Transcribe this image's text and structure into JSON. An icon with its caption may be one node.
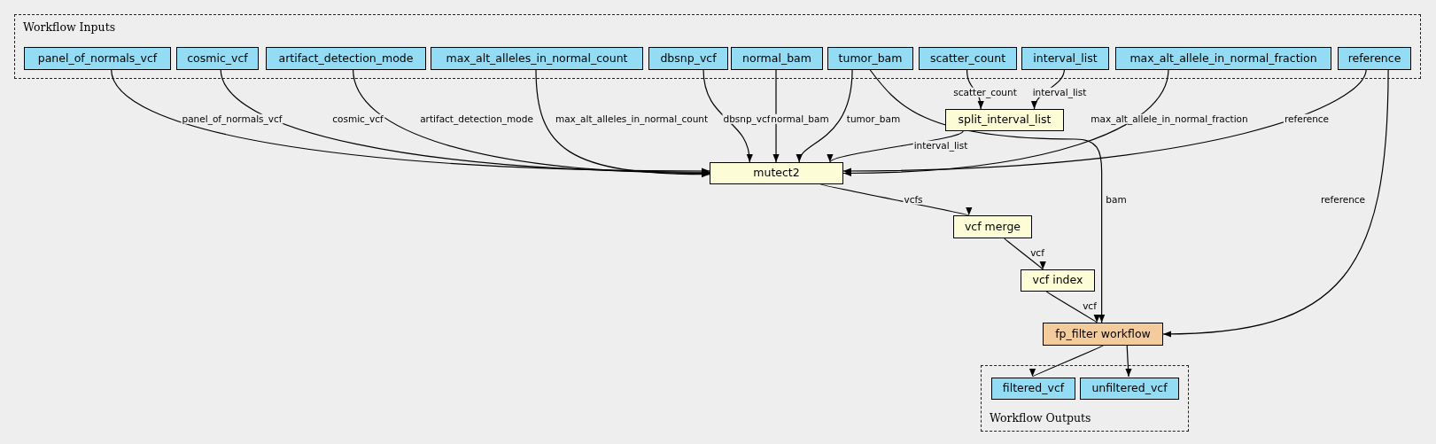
{
  "diagram": {
    "nodes": [
      {
        "text": [
          "Workflow Inputs"
        ]
      },
      {
        "text": [
          "panel_of_normals_vcf"
        ],
        "in": 0
      },
      {
        "text": [
          "cosmic_vcf"
        ],
        "in": 0
      },
      {
        "text": [
          "artifact_detection_mode"
        ],
        "in": 0
      },
      {
        "text": [
          "max_alt_alleles_in_normal_count"
        ],
        "in": 0
      },
      {
        "text": [
          "dbsnp_vcf"
        ],
        "in": 0
      },
      {
        "text": [
          "normal_bam"
        ],
        "in": 0
      },
      {
        "text": [
          "tumor_bam"
        ],
        "in": 0
      },
      {
        "text": [
          "scatter_count"
        ],
        "in": 0
      },
      {
        "text": [
          "interval_list"
        ],
        "in": 0
      },
      {
        "text": [
          "max_alt_allele_in_normal_fraction"
        ],
        "in": 0
      },
      {
        "text": [
          "reference"
        ],
        "in": 0
      },
      {
        "text": [
          "split_interval_list"
        ]
      },
      {
        "text": [
          "mutect2"
        ]
      },
      {
        "text": [
          "vcf merge"
        ]
      },
      {
        "text": [
          "vcf index"
        ]
      },
      {
        "text": [
          "fp_filter workflow"
        ]
      },
      {
        "text": [
          "Workflow Outputs"
        ]
      },
      {
        "text": [
          "filtered_vcf"
        ],
        "in": 17
      },
      {
        "text": [
          "unfiltered_vcf"
        ],
        "in": 17
      }
    ],
    "edges": [
      {
        "from": 1,
        "to": 13,
        "arrow": "to",
        "label": "panel_of_normals_vcf"
      },
      {
        "from": 2,
        "to": 13,
        "arrow": "to",
        "label": "cosmic_vcf"
      },
      {
        "from": 3,
        "to": 13,
        "arrow": "to",
        "label": "artifact_detection_mode"
      },
      {
        "from": 4,
        "to": 13,
        "arrow": "to",
        "label": "max_alt_alleles_in_normal_count"
      },
      {
        "from": 5,
        "to": 13,
        "arrow": "to",
        "label": "dbsnp_vcf"
      },
      {
        "from": 6,
        "to": 13,
        "arrow": "to",
        "label": "normal_bam"
      },
      {
        "from": 7,
        "to": 13,
        "arrow": "to",
        "label": "tumor_bam"
      },
      {
        "from": 7,
        "to": 16,
        "arrow": "to",
        "label": "bam"
      },
      {
        "from": 8,
        "to": 12,
        "arrow": "to",
        "label": "scatter_count"
      },
      {
        "from": 9,
        "to": 12,
        "arrow": "to",
        "label": "interval_list"
      },
      {
        "from": 10,
        "to": 13,
        "arrow": "to",
        "label": "max_alt_allele_in_normal_fraction"
      },
      {
        "from": 11,
        "to": 13,
        "arrow": "to",
        "label": "reference"
      },
      {
        "from": 11,
        "to": 16,
        "arrow": "to",
        "label": "reference"
      },
      {
        "from": 12,
        "to": 13,
        "arrow": "to",
        "label": "interval_list"
      },
      {
        "from": 13,
        "to": 14,
        "arrow": "to",
        "label": "vcfs"
      },
      {
        "from": 14,
        "to": 15,
        "arrow": "to",
        "label": "vcf"
      },
      {
        "from": 15,
        "to": 16,
        "arrow": "to",
        "label": "vcf"
      },
      {
        "from": 16,
        "to": 18,
        "arrow": "to"
      },
      {
        "from": 16,
        "to": 19,
        "arrow": "to"
      }
    ]
  }
}
